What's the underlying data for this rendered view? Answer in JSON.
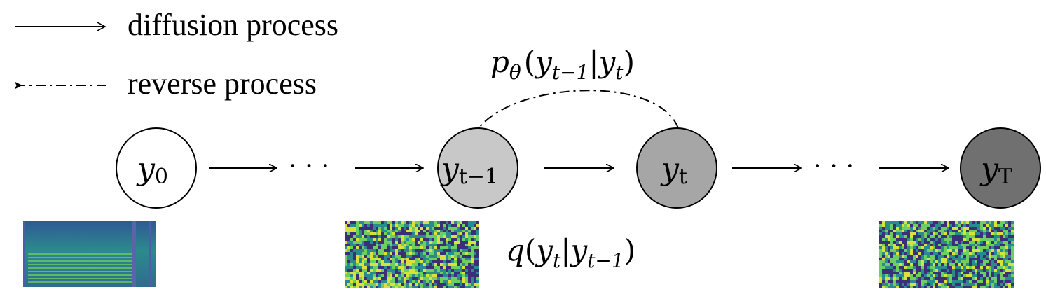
{
  "legend": {
    "forward_label": "diffusion process",
    "reverse_label": "reverse process"
  },
  "nodes": [
    {
      "var": "y",
      "sub": "0",
      "fill": "#ffffff"
    },
    {
      "var": "y",
      "sub": "t−1",
      "fill": "#c8c8c8"
    },
    {
      "var": "y",
      "sub": "t",
      "fill": "#a6a6a6"
    },
    {
      "var": "y",
      "sub": "T",
      "fill": "#707070"
    }
  ],
  "ellipsis": "·  ·  ·",
  "reverse_label": {
    "p": "p",
    "theta": "θ",
    "open": "(",
    "y1": "y",
    "s1": "t−1",
    "bar": "|",
    "y2": "y",
    "s2": "t",
    "close": ")"
  },
  "forward_label": {
    "q": "q",
    "open": "(",
    "y1": "y",
    "s1": "t",
    "bar": "|",
    "y2": "y",
    "s2": "t−1",
    "close": ")"
  },
  "colors": {
    "line": "#000000",
    "spec_dark": "#3b2f7a",
    "spec_mid": "#2a8a8c",
    "spec_light": "#6ccf5f",
    "spec_yellow": "#d8e23a"
  },
  "spectrograms": [
    {
      "kind": "clean-spectrogram"
    },
    {
      "kind": "partially-noised-spectrogram"
    },
    {
      "kind": "pure-noise-spectrogram"
    }
  ]
}
